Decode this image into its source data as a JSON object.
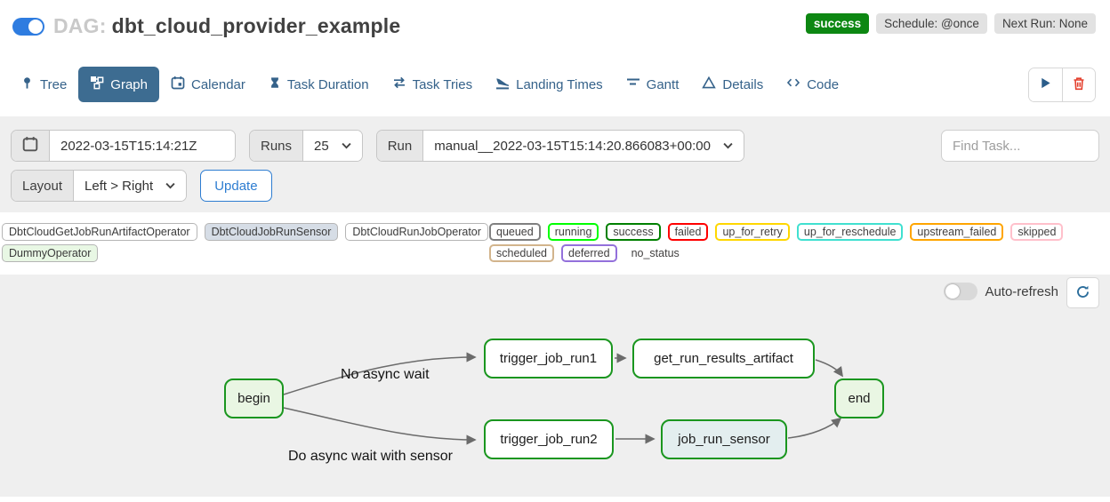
{
  "header": {
    "dag_label": "DAG:",
    "dag_name": "dbt_cloud_provider_example",
    "pause_toggle_state": "on",
    "badges": {
      "status": "success",
      "schedule": "Schedule: @once",
      "next_run": "Next Run: None"
    },
    "colors": {
      "status_badge_bg": "#0d8712",
      "toggle_blue": "#2e7ce0"
    }
  },
  "tabs": [
    {
      "label": "Tree",
      "icon": "pin-icon",
      "active": false
    },
    {
      "label": "Graph",
      "icon": "sitemap-icon",
      "active": true
    },
    {
      "label": "Calendar",
      "icon": "calendar-icon",
      "active": false
    },
    {
      "label": "Task Duration",
      "icon": "hourglass-icon",
      "active": false
    },
    {
      "label": "Task Tries",
      "icon": "repeat-icon",
      "active": false
    },
    {
      "label": "Landing Times",
      "icon": "plane-landing-icon",
      "active": false
    },
    {
      "label": "Gantt",
      "icon": "gantt-icon",
      "active": false
    },
    {
      "label": "Details",
      "icon": "triangle-icon",
      "active": false
    },
    {
      "label": "Code",
      "icon": "code-icon",
      "active": false
    }
  ],
  "colors": {
    "active_tab_bg": "#3d6c91",
    "accent_blue": "#2e7dd1",
    "edge_gray": "#6b6b6b"
  },
  "filters": {
    "base_date_value": "2022-03-15T15:14:21Z",
    "runs_label": "Runs",
    "runs_value": "25",
    "run_label": "Run",
    "run_value": "manual__2022-03-15T15:14:20.866083+00:00",
    "find_task_placeholder": "Find Task...",
    "layout_label": "Layout",
    "layout_value": "Left > Right",
    "update_button": "Update"
  },
  "legend": {
    "operators": [
      {
        "label": "DbtCloudGetJobRunArtifactOperator",
        "bg": "#ffffff"
      },
      {
        "label": "DbtCloudJobRunSensor",
        "bg": "#d6dde6"
      },
      {
        "label": "DbtCloudRunJobOperator",
        "bg": "#ffffff"
      },
      {
        "label": "DummyOperator",
        "bg": "#e8f7e4"
      }
    ],
    "statuses": [
      {
        "label": "queued",
        "color": "#808080"
      },
      {
        "label": "running",
        "color": "#00ff00"
      },
      {
        "label": "success",
        "color": "#008000"
      },
      {
        "label": "failed",
        "color": "#ff0000"
      },
      {
        "label": "up_for_retry",
        "color": "#ffd700"
      },
      {
        "label": "up_for_reschedule",
        "color": "#40e0d0"
      },
      {
        "label": "upstream_failed",
        "color": "#ffa500"
      },
      {
        "label": "skipped",
        "color": "#ffc0cb"
      },
      {
        "label": "scheduled",
        "color": "#d2b48c"
      },
      {
        "label": "deferred",
        "color": "#9370db"
      },
      {
        "label": "no_status",
        "color": "transparent"
      }
    ]
  },
  "graph_panel": {
    "auto_refresh_label": "Auto-refresh",
    "auto_refresh_state": "off",
    "node_border_color": "#1a961f",
    "nodes": [
      {
        "id": "begin",
        "label": "begin",
        "fill": "#e9f6e3"
      },
      {
        "id": "trigger_job_run1",
        "label": "trigger_job_run1",
        "fill": "#ffffff"
      },
      {
        "id": "get_run_results_artifact",
        "label": "get_run_results_artifact",
        "fill": "#ffffff"
      },
      {
        "id": "end",
        "label": "end",
        "fill": "#e9f6e3"
      },
      {
        "id": "trigger_job_run2",
        "label": "trigger_job_run2",
        "fill": "#ffffff"
      },
      {
        "id": "job_run_sensor",
        "label": "job_run_sensor",
        "fill": "#e3eeef"
      }
    ],
    "edges": [
      {
        "from": "begin",
        "to": "trigger_job_run1",
        "label": "No async wait"
      },
      {
        "from": "begin",
        "to": "trigger_job_run2",
        "label": "Do async wait with sensor"
      },
      {
        "from": "trigger_job_run1",
        "to": "get_run_results_artifact",
        "label": ""
      },
      {
        "from": "trigger_job_run2",
        "to": "job_run_sensor",
        "label": ""
      },
      {
        "from": "get_run_results_artifact",
        "to": "end",
        "label": ""
      },
      {
        "from": "job_run_sensor",
        "to": "end",
        "label": ""
      }
    ]
  }
}
